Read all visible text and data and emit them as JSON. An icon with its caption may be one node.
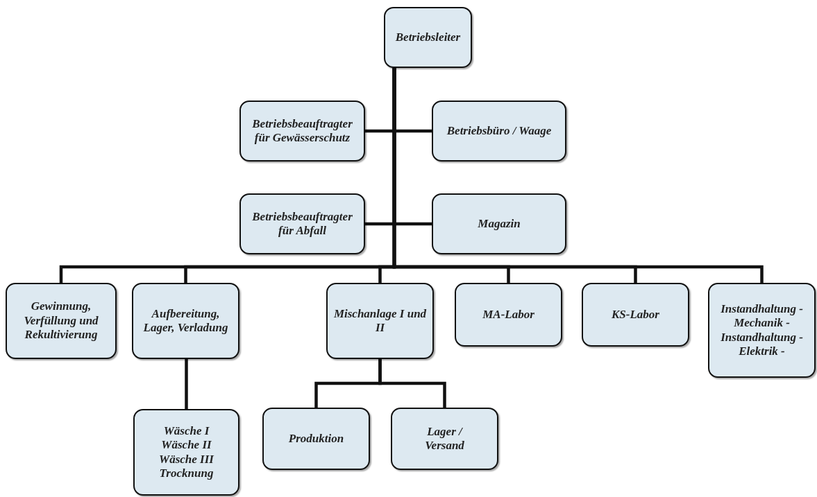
{
  "diagram": {
    "nodes": [
      {
        "text": [
          "Betriebsleiter"
        ]
      },
      {
        "text": [
          "Betriebsbeauftragter für Gewässerschutz"
        ]
      },
      {
        "text": [
          "Betriebsbüro / Waage"
        ]
      },
      {
        "text": [
          "Betriebsbeauftragter für Abfall"
        ]
      },
      {
        "text": [
          "Magazin"
        ]
      },
      {
        "text": [
          "Gewinnung, Verfüllung und Rekultivierung"
        ]
      },
      {
        "text": [
          "Aufbereitung, Lager, Verladung"
        ]
      },
      {
        "text": [
          "Mischanlage I und II"
        ]
      },
      {
        "text": [
          "MA-Labor"
        ]
      },
      {
        "text": [
          "KS-Labor"
        ]
      },
      {
        "text": [
          "Instandhaltung - Mechanik - Instandhaltung - Elektrik -"
        ]
      },
      {
        "text": [
          "Wäsche I Wäsche II Wäsche III Trocknung"
        ]
      },
      {
        "text": [
          "Produktion"
        ]
      },
      {
        "text": [
          "Lager / Versand"
        ]
      }
    ],
    "edges": [
      {
        "from": 0,
        "to": 1,
        "arrow": "none"
      },
      {
        "from": 0,
        "to": 2,
        "arrow": "none"
      },
      {
        "from": 0,
        "to": 3,
        "arrow": "none"
      },
      {
        "from": 0,
        "to": 4,
        "arrow": "none"
      },
      {
        "from": 0,
        "to": 5,
        "arrow": "none"
      },
      {
        "from": 0,
        "to": 6,
        "arrow": "none"
      },
      {
        "from": 0,
        "to": 7,
        "arrow": "none"
      },
      {
        "from": 0,
        "to": 8,
        "arrow": "none"
      },
      {
        "from": 0,
        "to": 9,
        "arrow": "none"
      },
      {
        "from": 0,
        "to": 10,
        "arrow": "none"
      },
      {
        "from": 6,
        "to": 11,
        "arrow": "none"
      },
      {
        "from": 7,
        "to": 12,
        "arrow": "none"
      },
      {
        "from": 7,
        "to": 13,
        "arrow": "none"
      }
    ]
  }
}
